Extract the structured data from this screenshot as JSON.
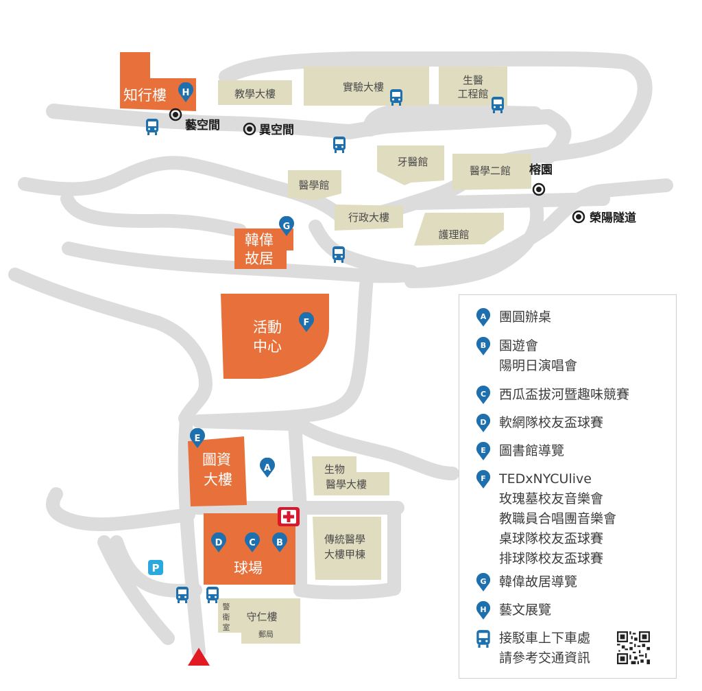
{
  "colors": {
    "road": "#dcdcdc",
    "building": "#e0dcbf",
    "venue": "#e8703a",
    "pin": "#1e6fad",
    "parking": "#2aa9df",
    "firstaid": "#d9182b",
    "entrance": "#e01b23",
    "poi": "#1e1e1e"
  },
  "buildings": {
    "jiaoxue": "教學大樓",
    "shiyan": "實驗大樓",
    "shengyi_1": "生醫",
    "shengyi_2": "工程館",
    "yayi": "牙醫館",
    "yixue": "醫學館",
    "yixue2": "醫學二館",
    "xingzheng": "行政大樓",
    "huli": "護理館",
    "shengwu_1": "生物",
    "shengwu_2": "醫學大樓",
    "chuantong_1": "傳統醫學",
    "chuantong_2": "大樓甲棟",
    "shouren": "守仁樓",
    "jingwei_1": "警",
    "jingwei_2": "衛",
    "jingwei_3": "室",
    "youju": "郵局"
  },
  "venues": {
    "zhixing": "知行樓",
    "hanwei_1": "韓偉",
    "hanwei_2": "故居",
    "huodong_1": "活動",
    "huodong_2": "中心",
    "tuzi_1": "圖資",
    "tuzi_2": "大樓",
    "qiuchang": "球場"
  },
  "places": {
    "yikongjian": "藝空間",
    "yi2kongjian": "異空間",
    "rongyuan": "榕園",
    "rongyang": "榮陽隧道"
  },
  "pins": {
    "A": "A",
    "B": "B",
    "C": "C",
    "D": "D",
    "E": "E",
    "F": "F",
    "G": "G",
    "H": "H"
  },
  "parking_label": "P",
  "legend": {
    "A": [
      "團圓辦桌"
    ],
    "B": [
      "園遊會",
      "陽明日演唱會"
    ],
    "C": [
      "西瓜盃拔河暨趣味競賽"
    ],
    "D": [
      "軟網隊校友盃球賽"
    ],
    "E": [
      "圖書館導覽"
    ],
    "F": [
      "TEDxNYCUlive",
      "玫瑰墓校友音樂會",
      "教職員合唱團音樂會",
      "桌球隊校友盃球賽",
      "排球隊校友盃球賽"
    ],
    "G": [
      "韓偉故居導覽"
    ],
    "H": [
      "藝文展覽"
    ],
    "bus": [
      "接駁車上下車處",
      "請參考交通資訊"
    ]
  },
  "icons": [
    "bus-icon",
    "pin-icon",
    "first-aid-icon",
    "parking-icon",
    "qr-code-icon",
    "entrance-triangle-icon",
    "poi-circle-icon"
  ]
}
